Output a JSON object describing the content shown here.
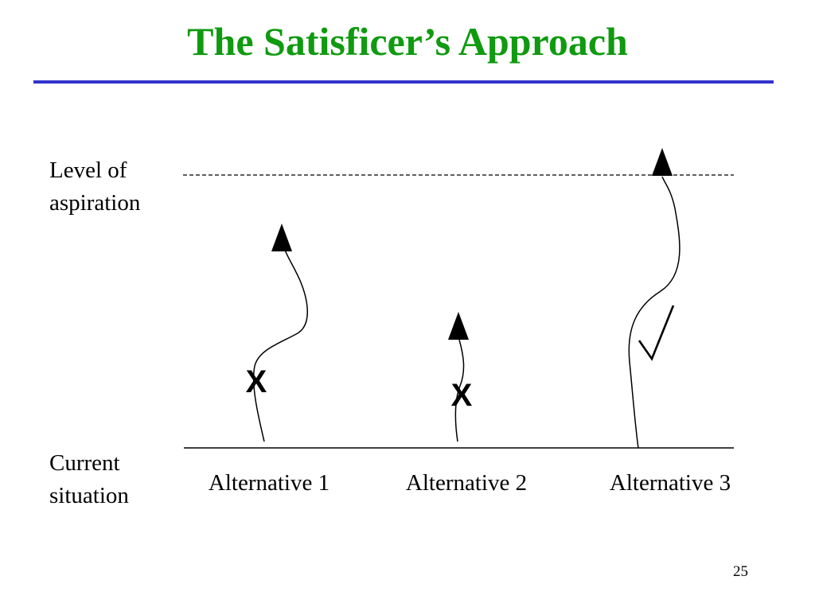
{
  "slide": {
    "title": "The Satisficer’s Approach",
    "page_number": "25",
    "title_color": "#109a10",
    "rule_color": "#3333cc"
  },
  "axis_labels": {
    "aspiration": [
      "Level of",
      "aspiration"
    ],
    "current": [
      "Current",
      "situation"
    ]
  },
  "alternatives": [
    {
      "label": "Alternative 1",
      "marker": "X",
      "marker_icon": "cross-mark",
      "reaches_aspiration": false
    },
    {
      "label": "Alternative 2",
      "marker": "X",
      "marker_icon": "cross-mark",
      "reaches_aspiration": false
    },
    {
      "label": "Alternative 3",
      "marker": "",
      "marker_icon": "check-mark-icon",
      "reaches_aspiration": true
    }
  ]
}
